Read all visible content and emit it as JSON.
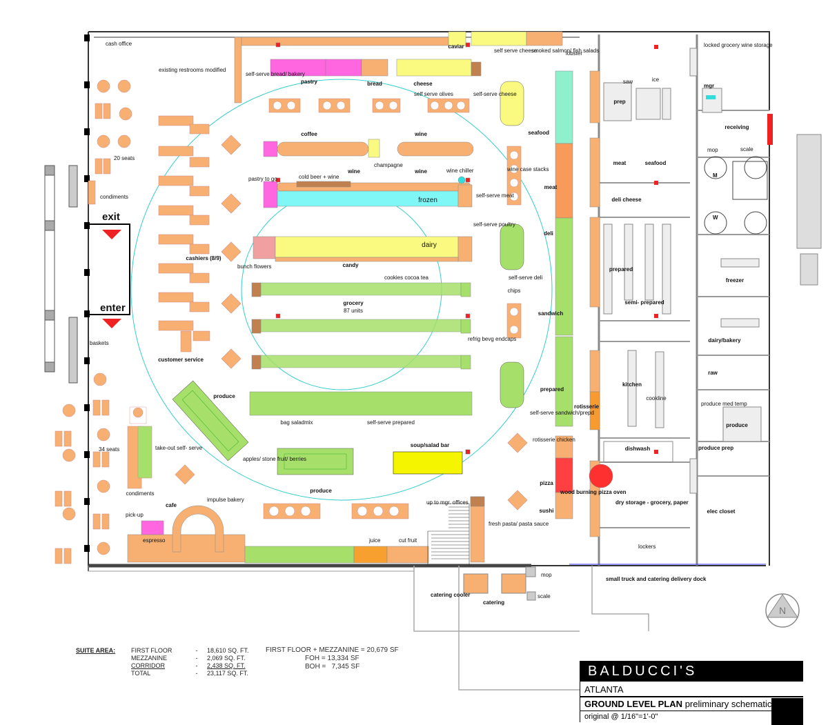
{
  "labels": {
    "cash_office": "cash office",
    "existing_restrooms": "existing restrooms modified",
    "self_serve_bread": "self-serve bread/ bakery",
    "pastry": "pastry",
    "bread": "bread",
    "cheese": "cheese",
    "caviar": "caviar",
    "self_serve_cheese": "self serve cheese",
    "smoked_salmon": "smoked salmon/ fish salads",
    "lobster": "lobster",
    "locked_grocery": "locked grocery wine storage",
    "self_serve_olives": "self serve olives",
    "self_serve_cheese2": "self-serve cheese",
    "seafood": "seafood",
    "saw": "saw",
    "ice": "ice",
    "prep": "prep",
    "mgr": "mgr",
    "receiving": "receiving",
    "twenty_seats": "20 seats",
    "coffee": "coffee",
    "wine_top": "wine",
    "champagne": "champagne",
    "wine_case_stacks": "wine case stacks",
    "meat_case": "meat",
    "meat_room": "meat",
    "seafood_room": "seafood",
    "mop_top": "mop",
    "scale_top": "scale",
    "restroom_m": "M",
    "restroom_w": "W",
    "condiments": "condiments",
    "pastry_to_go": "pastry to go",
    "cold_beer_wine": "cold beer + wine",
    "wine_mid": "wine",
    "wine_mid2": "wine",
    "wine_chiller": "wine chiller",
    "frozen": "frozen",
    "self_serve_meat": "self-serve meat",
    "deli_cheese": "deli cheese",
    "exit": "exit",
    "self_serve_poultry": "self-serve poultry",
    "deli_case": "deli",
    "cashiers": "cashiers (8/9)",
    "bunch_flowers": "bunch flowers",
    "candy": "candy",
    "dairy": "dairy",
    "prepared_room": "prepared",
    "freezer": "freezer",
    "self_serve_deli": "self-serve deli",
    "cookies": "cookies cocoa tea",
    "chips": "chips",
    "grocery": "grocery",
    "grocery_units": "87 units",
    "enter": "enter",
    "sandwich": "sandwich",
    "semi_prepared": "semi- prepared",
    "dairy_bakery": "dairy/bakery",
    "baskets": "baskets",
    "refrig": "refrig bevg endcaps",
    "customer_service": "customer service",
    "raw": "raw",
    "kitchen": "kitchen",
    "cookline": "cookline",
    "produce_left": "produce",
    "prepared_case": "prepared",
    "rotisserie": "rotisserie",
    "produce_med_temp": "produce med temp",
    "produce_back": "produce",
    "bag_saladmix": "bag saladmix",
    "self_serve_prepared": "self-serve prepared",
    "self_serve_sandwich": "self-serve sandwich/prepd",
    "thirty_four_seats": "34 seats",
    "take_out": "take-out self- serve",
    "soup_salad_bar": "soup/salad bar",
    "rotisserie_chicken": "rotisserie chicken",
    "dishwash": "dishwash",
    "produce_prep": "produce prep",
    "apples": "apples/ stone fruit/ berries",
    "pizza": "pizza",
    "condiments2": "condiments",
    "produce_center": "produce",
    "wood_burning": "wood burning pizza oven",
    "dry_storage": "dry storage - grocery, paper",
    "cafe": "cafe",
    "impulse_bakery": "impulse bakery",
    "pick_up": "pick-up",
    "up_to_mgr": "up to mgr. offices",
    "sushi": "sushi",
    "elec_closet": "elec closet",
    "fresh_pasta": "fresh pasta/ pasta sauce",
    "espresso": "espresso",
    "juice": "juice",
    "cut_fruit": "cut fruit",
    "lockers": "lockers",
    "mop_bottom": "mop",
    "small_truck": "small truck and catering delivery dock",
    "scale_bottom": "scale",
    "catering_cooler": "catering cooler",
    "catering": "catering",
    "north": "N"
  },
  "suite_area": {
    "heading": "SUITE AREA:",
    "rows": [
      {
        "name": "FIRST FLOOR",
        "dash": "-",
        "value": "18,610 SQ. FT."
      },
      {
        "name": "MEZZANINE",
        "dash": "-",
        "value": "2,069 SQ. FT."
      },
      {
        "name": "CORRIDOR",
        "dash": "-",
        "value": "2,438 SQ. FT."
      },
      {
        "name": "TOTAL",
        "dash": "-",
        "value": "23,117 SQ. FT."
      }
    ]
  },
  "summary": {
    "line1": "FIRST FLOOR + MEZZANINE = 20,679 SF",
    "line2": "FOH = 13,334 SF",
    "line3": "BOH =   7,345 SF"
  },
  "title_block": {
    "brand": "BALDUCCI'S",
    "city": "ATLANTA",
    "plan_bold": "GROUND LEVEL PLAN",
    "plan_rest": "preliminary schematic",
    "scale": "original @ 1/16\"=1'-0\""
  },
  "colors": {
    "pink": "#ff66e0",
    "orange": "#f7b072",
    "yellow": "#fafa80",
    "cyan": "#80f7f7",
    "green": "#a6e06a",
    "red": "#ff2a2a",
    "teal": "#8ef0cc"
  }
}
